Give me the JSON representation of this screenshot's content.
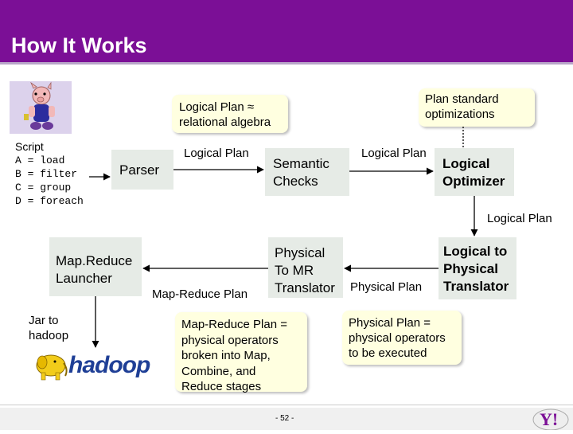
{
  "slide": {
    "title": "How It Works",
    "page_number": "- 52 -"
  },
  "script": {
    "heading": "Script",
    "lines": [
      "A = load",
      "B = filter",
      "C = group",
      "D = foreach"
    ]
  },
  "boxes": {
    "parser": "Parser",
    "semantic": [
      "Semantic",
      "Checks"
    ],
    "optimizer": [
      "Logical",
      "Optimizer"
    ],
    "translator": [
      "Logical to",
      "Physical",
      "Translator"
    ],
    "physical_to_mr": [
      "Physical",
      "To MR",
      "Translator"
    ],
    "launcher": [
      "Map.Reduce",
      "Launcher"
    ]
  },
  "labels": {
    "logical_plan_1": "Logical Plan",
    "logical_plan_2": "Logical Plan",
    "logical_plan_3": "Logical Plan",
    "physical_plan": "Physical Plan",
    "map_reduce_plan": "Map-Reduce Plan",
    "jar_to_hadoop": [
      "Jar to",
      "hadoop"
    ]
  },
  "notes": {
    "relational": [
      "Logical Plan ≈",
      "relational algebra"
    ],
    "standard_opt": [
      "Plan standard",
      "optimizations"
    ],
    "mr_plan": [
      "Map-Reduce Plan =",
      "physical operators",
      "broken into Map,",
      "Combine, and",
      "Reduce stages"
    ],
    "phys_plan": [
      "Physical Plan =",
      "physical operators",
      "to be executed"
    ]
  },
  "logos": {
    "hadoop": "hadoop",
    "yahoo": "Y!"
  },
  "colors": {
    "header": "#7b0f96",
    "box_fill": "#e6ebe6",
    "note_fill": "#ffffe0"
  }
}
